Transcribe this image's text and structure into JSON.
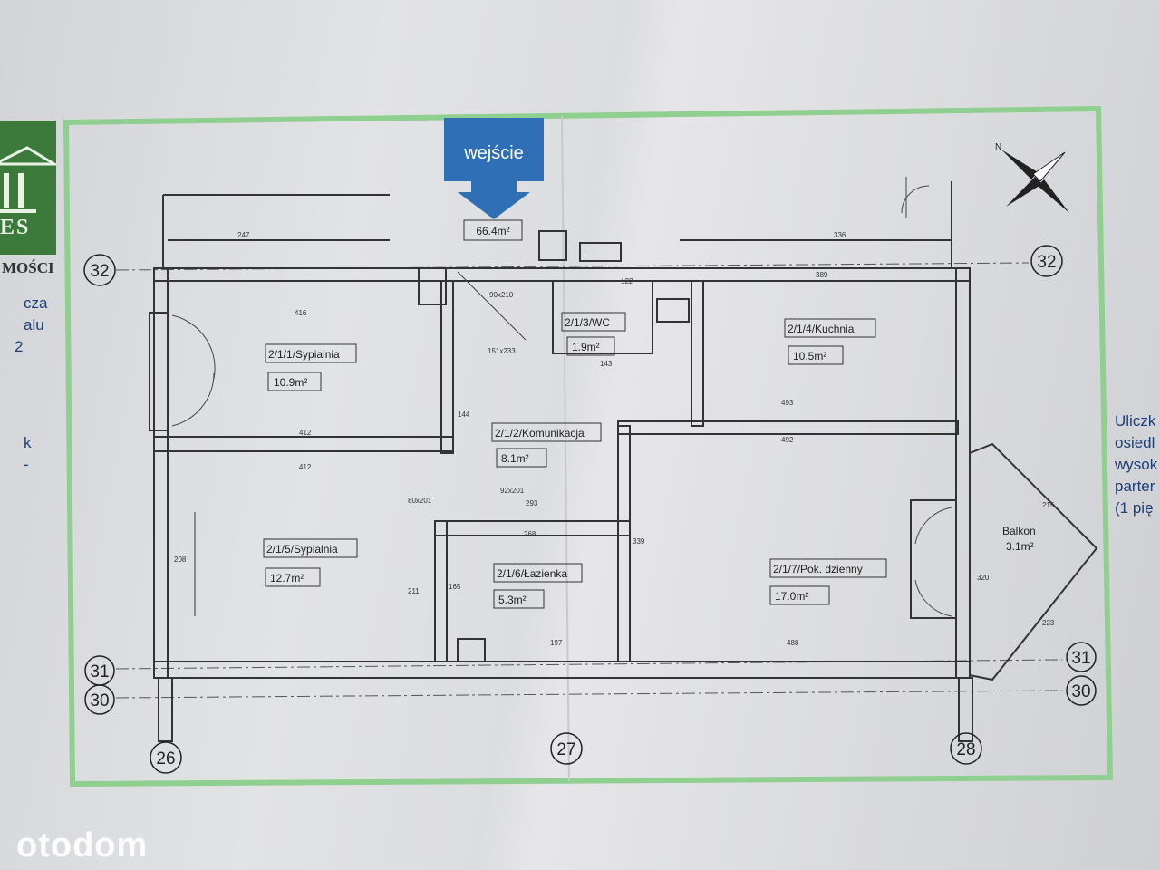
{
  "title": "Rzut mieszkania",
  "entrance": {
    "label": "wejście",
    "total_area": "66.4m²",
    "color": "#2e6fb5"
  },
  "logo": {
    "text": "ES",
    "subtitle": "MOŚCI"
  },
  "left_text": [
    "cza",
    "alu",
    "2",
    "k",
    "-"
  ],
  "right_text": [
    "Uliczk",
    "osiedl",
    "wysok",
    "parter",
    "(1 pię"
  ],
  "rooms": [
    {
      "name": "2/1/1/Sypialnia",
      "area": "10.9m²"
    },
    {
      "name": "2/1/2/Komunikacja",
      "area": "8.1m²"
    },
    {
      "name": "2/1/3/WC",
      "area": "1.9m²"
    },
    {
      "name": "2/1/4/Kuchnia",
      "area": "10.5m²"
    },
    {
      "name": "2/1/5/Sypialnia",
      "area": "12.7m²"
    },
    {
      "name": "2/1/6/Łazienka",
      "area": "5.3m²"
    },
    {
      "name": "2/1/7/Pok. dzienny",
      "area": "17.0m²"
    }
  ],
  "balcony": {
    "name": "Balkon",
    "area": "3.1m²"
  },
  "axes": [
    "32",
    "32",
    "31",
    "31",
    "30",
    "30",
    "26",
    "27",
    "28"
  ],
  "dimensions": [
    "247",
    "336",
    "416",
    "412",
    "412",
    "389",
    "493",
    "492",
    "488",
    "293",
    "268",
    "197",
    "122",
    "143",
    "144",
    "165",
    "211",
    "208",
    "339",
    "320",
    "215",
    "223",
    "151x233",
    "90x210",
    "92x201",
    "80x201"
  ],
  "compass": "N",
  "watermark": "otodom",
  "colors": {
    "frame": "#8fcf8f",
    "brand": "#3b7a3b",
    "text_blue": "#1d3f7a"
  }
}
